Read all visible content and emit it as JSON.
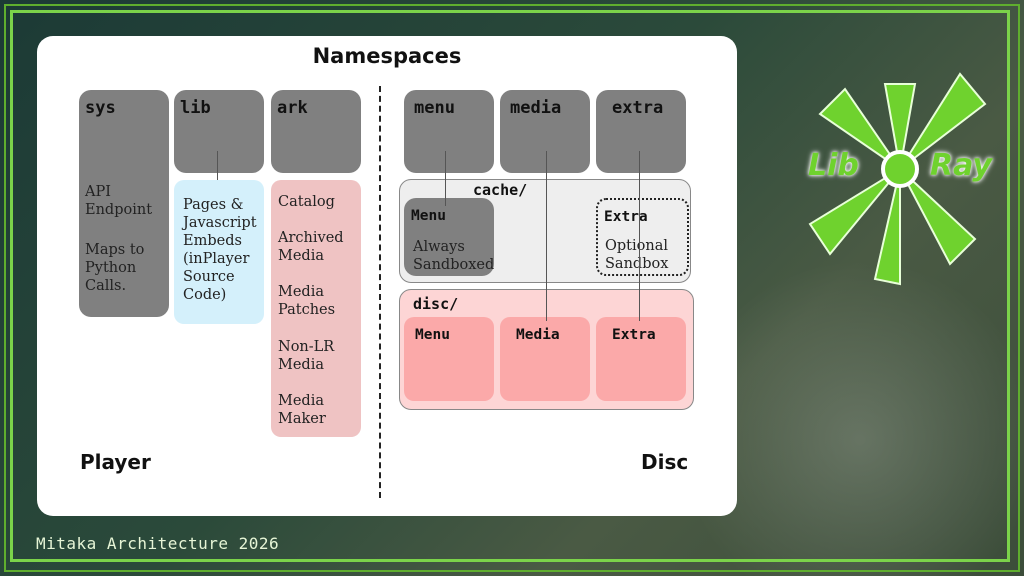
{
  "panel_title": "Namespaces",
  "player_label": "Player",
  "disc_label": "Disc",
  "sys": {
    "label": "sys",
    "description_line1": "API",
    "description_line2": "Endpoint",
    "maps_line1": "Maps to",
    "maps_line2": "Python",
    "maps_line3": "Calls."
  },
  "lib": {
    "label": "lib",
    "lines": [
      "Pages &",
      "Javascript",
      "Embeds",
      "(inPlayer",
      "Source",
      "Code)"
    ]
  },
  "ark": {
    "label": "ark",
    "items": [
      [
        "Catalog"
      ],
      [
        "Archived",
        "Media"
      ],
      [
        "Media",
        "Patches"
      ],
      [
        "Non-LR",
        "Media"
      ],
      [
        "Media",
        "Maker"
      ]
    ]
  },
  "disc_namespaces": {
    "menu": "menu",
    "media": "media",
    "extra": "extra"
  },
  "cache": {
    "label": "cache/",
    "menu_title": "Menu",
    "menu_line1": "Always",
    "menu_line2": "Sandboxed",
    "extra_title": "Extra",
    "extra_line1": "Optional",
    "extra_line2": "Sandbox"
  },
  "disc_dir": {
    "label": "disc/",
    "menu": "Menu",
    "media": "Media",
    "extra": "Extra"
  },
  "watermark": "Mitaka Architecture 2026",
  "logo": {
    "left": "Lib",
    "right": "Ray"
  },
  "colors": {
    "frame_green": "#7bd34a",
    "logo_green": "#6fd22e",
    "namespace_gray": "#808080",
    "lib_blue": "#d4f0fb",
    "ark_pink": "#efc3c3",
    "disc_red": "#fba9a9"
  }
}
